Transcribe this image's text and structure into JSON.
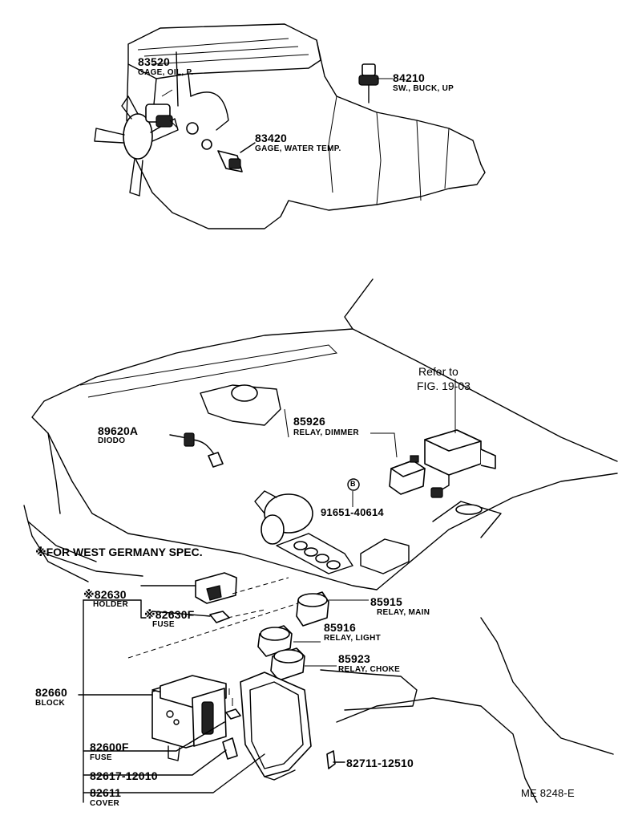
{
  "parts": {
    "gage_oil_p": {
      "number": "83520",
      "name": "GAGE, OIL, P."
    },
    "sw_buck_up": {
      "number": "84210",
      "name": "SW., BUCK, UP"
    },
    "gage_water_temp": {
      "number": "83420",
      "name": "GAGE, WATER TEMP."
    },
    "refer_to": {
      "line1": "Refer to",
      "line2": "FIG. 19-03"
    },
    "diodo": {
      "number": "89620A",
      "name": "DIODO"
    },
    "relay_dimmer": {
      "number": "85926",
      "name": "RELAY, DIMMER"
    },
    "bolt": {
      "marker": "B",
      "number": "91651-40614"
    },
    "spec_note": {
      "text": "※FOR WEST GERMANY SPEC."
    },
    "holder": {
      "number": "※82630",
      "name": "HOLDER"
    },
    "fuse_f": {
      "number": "※82630F",
      "name": "FUSE"
    },
    "relay_main": {
      "number": "85915",
      "name": "RELAY, MAIN"
    },
    "relay_light": {
      "number": "85916",
      "name": "RELAY, LIGHT"
    },
    "relay_choke": {
      "number": "85923",
      "name": "RELAY, CHOKE"
    },
    "block": {
      "number": "82660",
      "name": "BLOCK"
    },
    "fuse": {
      "number": "82600F",
      "name": "FUSE"
    },
    "part_82617": {
      "number": "82617-12010"
    },
    "cover": {
      "number": "82611",
      "name": "COVER"
    },
    "part_82711": {
      "number": "82711-12510"
    }
  },
  "figure_code": "ME 8248-E"
}
